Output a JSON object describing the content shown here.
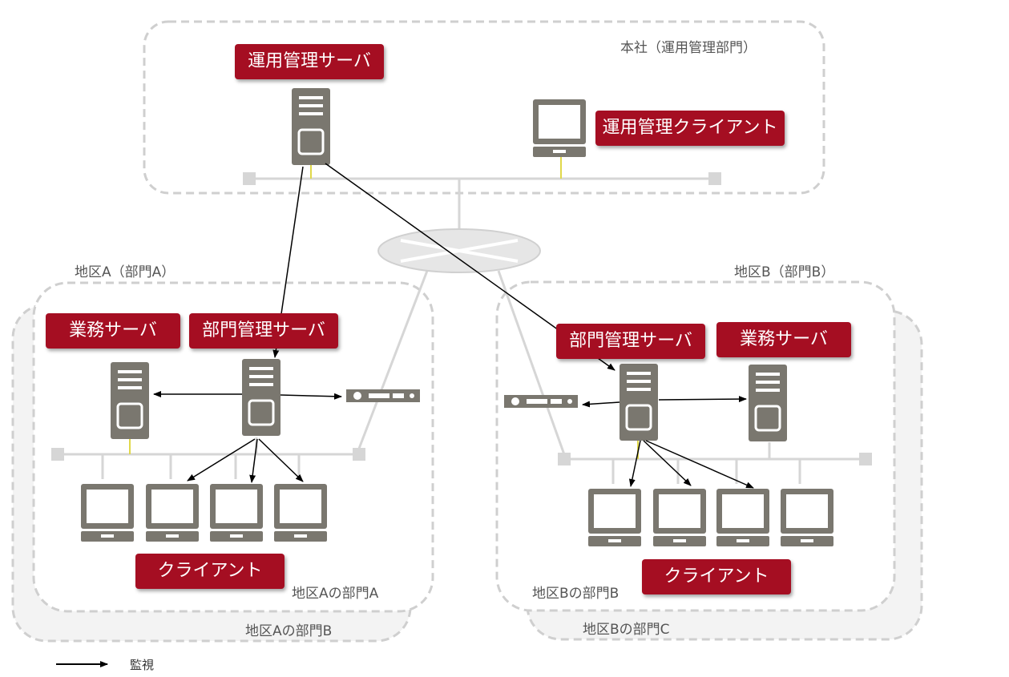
{
  "zones": {
    "hq": "本社（運用管理部門）",
    "area_a": "地区A（部門A）",
    "area_a_dept_a": "地区Aの部門A",
    "area_a_dept_b": "地区Aの部門B",
    "area_b": "地区B（部門B）",
    "area_b_dept_b": "地区Bの部門B",
    "area_b_dept_c": "地区Bの部門C"
  },
  "nodes": {
    "hq_server": "運用管理サーバ",
    "hq_client": "運用管理クライアント",
    "a_business_server": "業務サーバ",
    "a_dept_server": "部門管理サーバ",
    "a_clients": "クライアント",
    "b_dept_server": "部門管理サーバ",
    "b_business_server": "業務サーバ",
    "b_clients": "クライアント"
  },
  "legend": {
    "monitor": "監視"
  },
  "colors": {
    "label_bg": "#a50e22",
    "device": "#7a776f",
    "zone_border": "#c8c8c8",
    "network": "#d6d6d6",
    "arrow": "#000000"
  }
}
